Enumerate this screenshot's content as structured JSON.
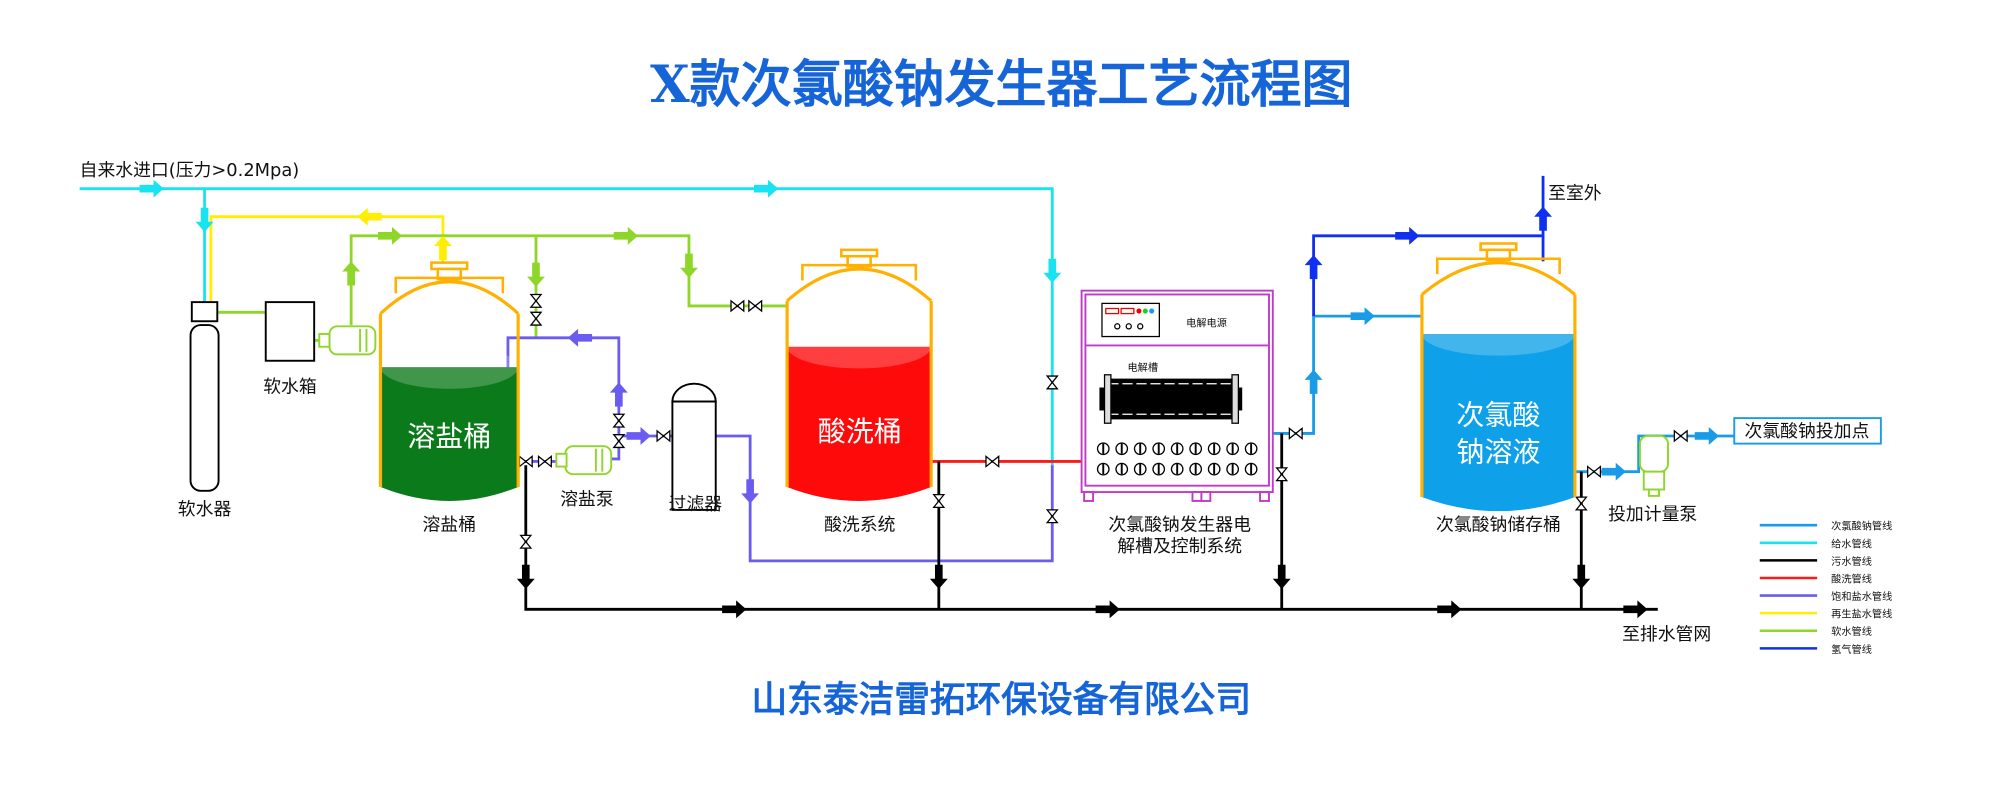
{
  "title": "X款次氯酸钠发生器工艺流程图",
  "company": "山东泰洁雷拓环保设备有限公司",
  "watermark": "山东泰洁雷拓环保设备有限公司",
  "inlet_label": "自来水进口(压力>0.2Mpa)",
  "outdoor_label": "至室外",
  "drain_label": "至排水管网",
  "dosing_point_label": "次氯酸钠投加点",
  "equipment": {
    "softener": "软水器",
    "soft_tank": "软水箱",
    "salt_tank_inner": "溶盐桶",
    "salt_tank": "溶盐桶",
    "salt_pump": "溶盐泵",
    "filter": "过滤器",
    "acid_tank_inner": "酸洗桶",
    "acid_system": "酸洗系统",
    "power_supply": "电解电源",
    "cell": "电解槽",
    "generator_line1": "次氯酸钠发生器电",
    "generator_line2": "解槽及控制系统",
    "storage_inner_line1": "次氯酸",
    "storage_inner_line2": "钠溶液",
    "storage_tank": "次氯酸钠储存桶",
    "dosing_pump": "投加计量泵"
  },
  "legend": [
    {
      "label": "次氯酸钠管线",
      "color": "#1a9be8"
    },
    {
      "label": "给水管线",
      "color": "#19e3f0"
    },
    {
      "label": "污水管线",
      "color": "#000000"
    },
    {
      "label": "酸洗管线",
      "color": "#ff1a1a"
    },
    {
      "label": "饱和盐水管线",
      "color": "#6a5cf0"
    },
    {
      "label": "再生盐水管线",
      "color": "#ffee00"
    },
    {
      "label": "软水管线",
      "color": "#8fd62a"
    },
    {
      "label": "氢气管线",
      "color": "#1030f0"
    }
  ],
  "colors": {
    "title": "#1565d8",
    "tank_outline": "#ffb000",
    "salt_liquid": "#0b7a1a",
    "acid_liquid": "#ff0a0a",
    "storage_liquid": "#0ea0e8",
    "generator_frame": "#c03cc8"
  }
}
